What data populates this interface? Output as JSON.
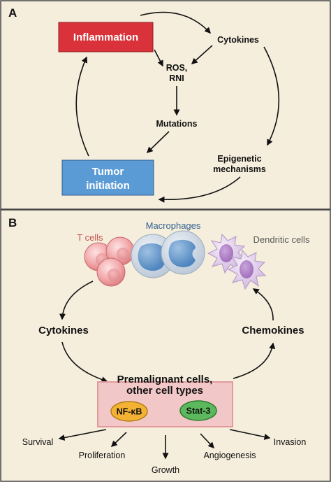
{
  "panel_a": {
    "label": "A",
    "inflammation": "Inflammation",
    "cytokines": "Cytokines",
    "ros_line1": "ROS,",
    "ros_line2": "RNI",
    "mutations": "Mutations",
    "epigenetic_line1": "Epigenetic",
    "epigenetic_line2": "mechanisms",
    "tumor_line1": "Tumor",
    "tumor_line2": "initiation"
  },
  "panel_b": {
    "label": "B",
    "t_cells": "T cells",
    "macrophages": "Macrophages",
    "dendritic_cells": "Dendritic cells",
    "cytokines": "Cytokines",
    "chemokines": "Chemokines",
    "premalignant_line1": "Premalignant cells,",
    "premalignant_line2": "other cell types",
    "nfkb": "NF-κB",
    "stat3": "Stat-3",
    "outcomes": {
      "survival": "Survival",
      "proliferation": "Proliferation",
      "growth": "Growth",
      "angiogenesis": "Angiogenesis",
      "invasion": "Invasion"
    }
  },
  "colors": {
    "panel_bg": "#f6eedd",
    "panel_border": "#444444",
    "inflammation_fill": "#d9323a",
    "tumor_fill": "#5b9bd5",
    "premalignant_fill": "#f2c7c8",
    "premalignant_border": "#e39a9d",
    "nfkb_fill": "#f3b234",
    "stat3_fill": "#5cb85c",
    "t_cells_text": "#c0504d",
    "macrophages_text": "#2f5f8f",
    "dendritic_text": "#555555"
  }
}
